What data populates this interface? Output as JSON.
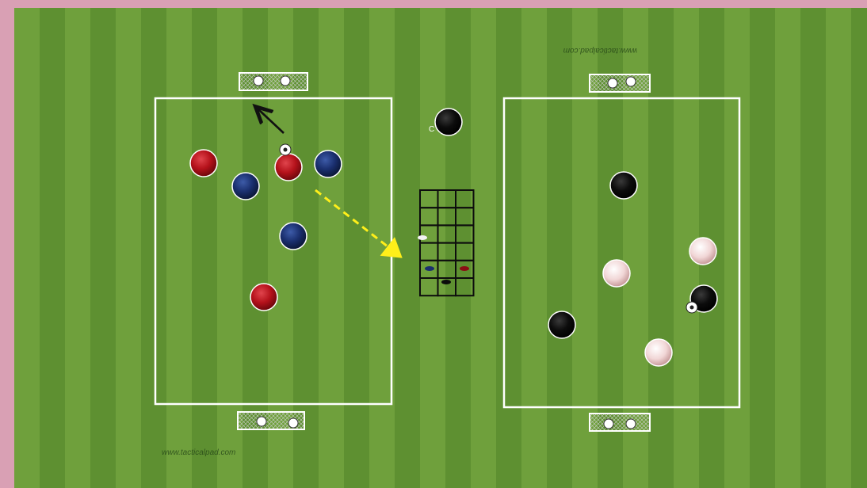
{
  "watermark_bottom": "www.tacticalpad.com",
  "watermark_top": "www.tacticalpad.com",
  "coach_label": "C",
  "colors": {
    "background": "#d9a0b4",
    "grass_light": "#6fa03c",
    "grass_dark": "#5e9031",
    "line": "#ffffff",
    "team_red": "#b5121b",
    "team_blue": "#1a2f6e",
    "team_black": "#0c0c0c",
    "team_white": "#f1d6d6",
    "pass_arrow": "#ffef1a",
    "run_arrow": "#111111"
  },
  "pitches": [
    {
      "id": "left",
      "description_shown": "left small-sided area with two mini goals"
    },
    {
      "id": "right",
      "description_shown": "right small-sided area with two mini goals"
    }
  ],
  "players": {
    "left": [
      {
        "team": "red",
        "role": "player"
      },
      {
        "team": "blue",
        "role": "player"
      },
      {
        "team": "red",
        "role": "player with ball"
      },
      {
        "team": "blue",
        "role": "player"
      },
      {
        "team": "blue",
        "role": "player"
      },
      {
        "team": "red",
        "role": "player"
      }
    ],
    "right": [
      {
        "team": "black",
        "role": "player"
      },
      {
        "team": "white",
        "role": "player"
      },
      {
        "team": "white",
        "role": "player"
      },
      {
        "team": "black",
        "role": "player with ball"
      },
      {
        "team": "black",
        "role": "player"
      },
      {
        "team": "white",
        "role": "player"
      }
    ],
    "coach": {
      "team": "black",
      "role": "coach"
    }
  },
  "agility_ladder": {
    "columns": 3,
    "rows": 6
  }
}
